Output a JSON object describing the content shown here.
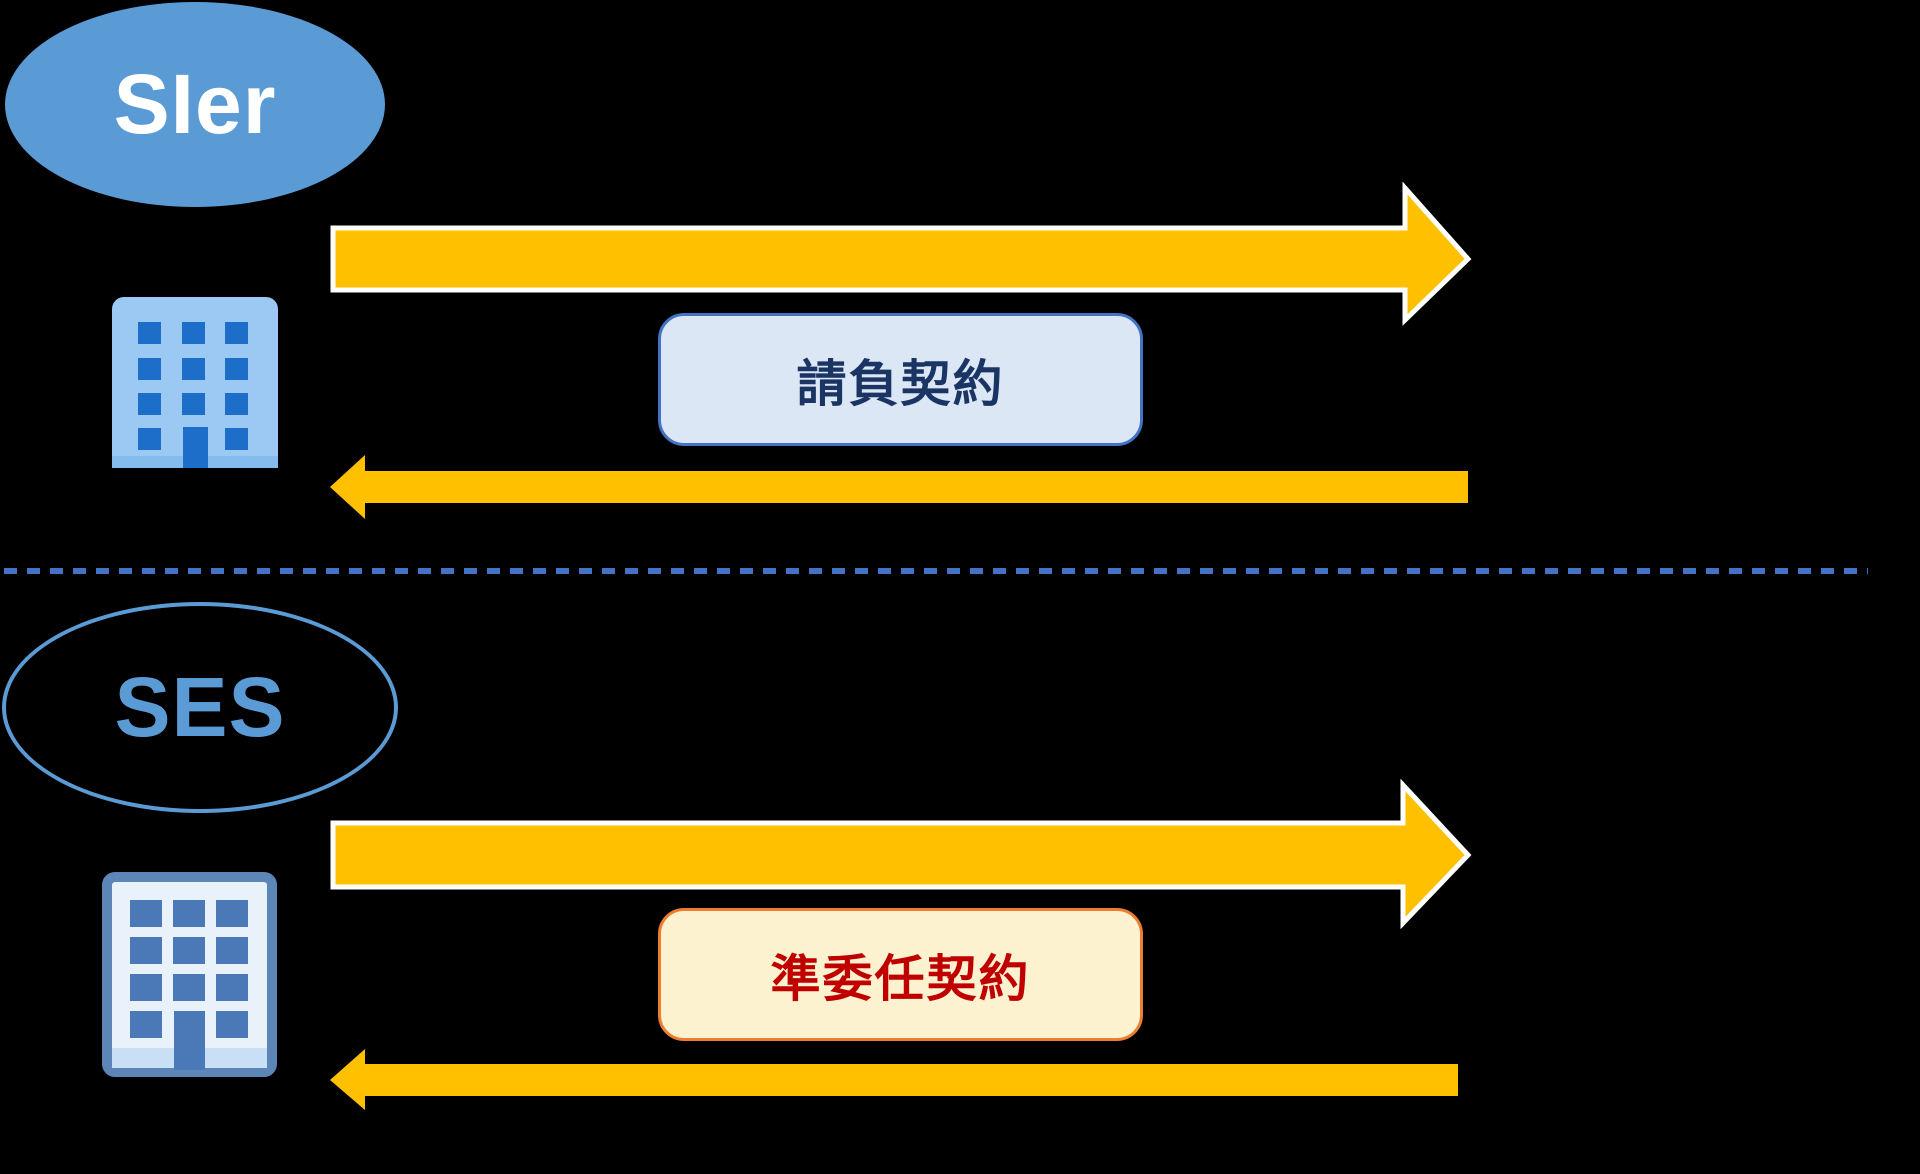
{
  "diagram": {
    "title_semantic": "SIer vs SES contract flow comparison",
    "top_section": {
      "entity_label": "SIer",
      "contract_label": "請負契約"
    },
    "bottom_section": {
      "entity_label": "SES",
      "contract_label": "準委任契約"
    }
  },
  "colors": {
    "background": "#000000",
    "ellipse_blue": "#5B9BD5",
    "ellipse_text_top": "#FFFFFF",
    "arrow_fill": "#FFC000",
    "arrow_outline": "#FFFFFF",
    "divider_blue": "#4472C4",
    "ukeoi_box": {
      "fill": "#DCE7F6",
      "border": "#4472C4",
      "text": "#1A3564"
    },
    "junin_box": {
      "fill": "#FDF2D0",
      "border": "#ED7D31",
      "text": "#C00000"
    },
    "building_top": {
      "body": "#9CC9F3",
      "base": "#85BCEE",
      "window": "#1C6EC8"
    },
    "building_bottom": {
      "body": "#E9F2FB",
      "border": "#5C86B8",
      "base": "#C9DFF5",
      "window": "#4B79B8"
    }
  }
}
